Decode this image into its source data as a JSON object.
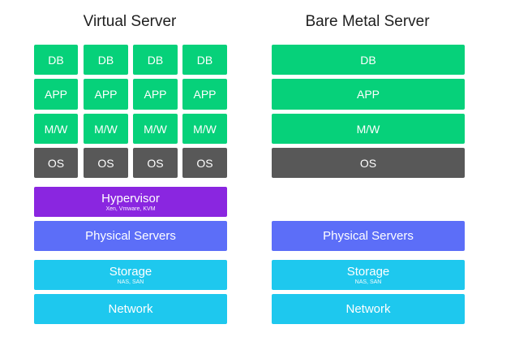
{
  "virtual": {
    "title": "Virtual Server",
    "db": "DB",
    "app": "APP",
    "mw": "M/W",
    "os": "OS",
    "hypervisor": "Hypervisor",
    "hypervisor_sub": "Xen, Vmware, KVM",
    "physical": "Physical Servers",
    "storage": "Storage",
    "storage_sub": "NAS, SAN",
    "network": "Network"
  },
  "bare_metal": {
    "title": "Bare Metal Server",
    "db": "DB",
    "app": "APP",
    "mw": "M/W",
    "os": "OS",
    "physical": "Physical Servers",
    "storage": "Storage",
    "storage_sub": "NAS, SAN",
    "network": "Network"
  },
  "colors": {
    "green": "#06d17a",
    "gray": "#585858",
    "purple": "#8a26e0",
    "blue": "#5c6ef8",
    "cyan": "#1ec8ee"
  }
}
